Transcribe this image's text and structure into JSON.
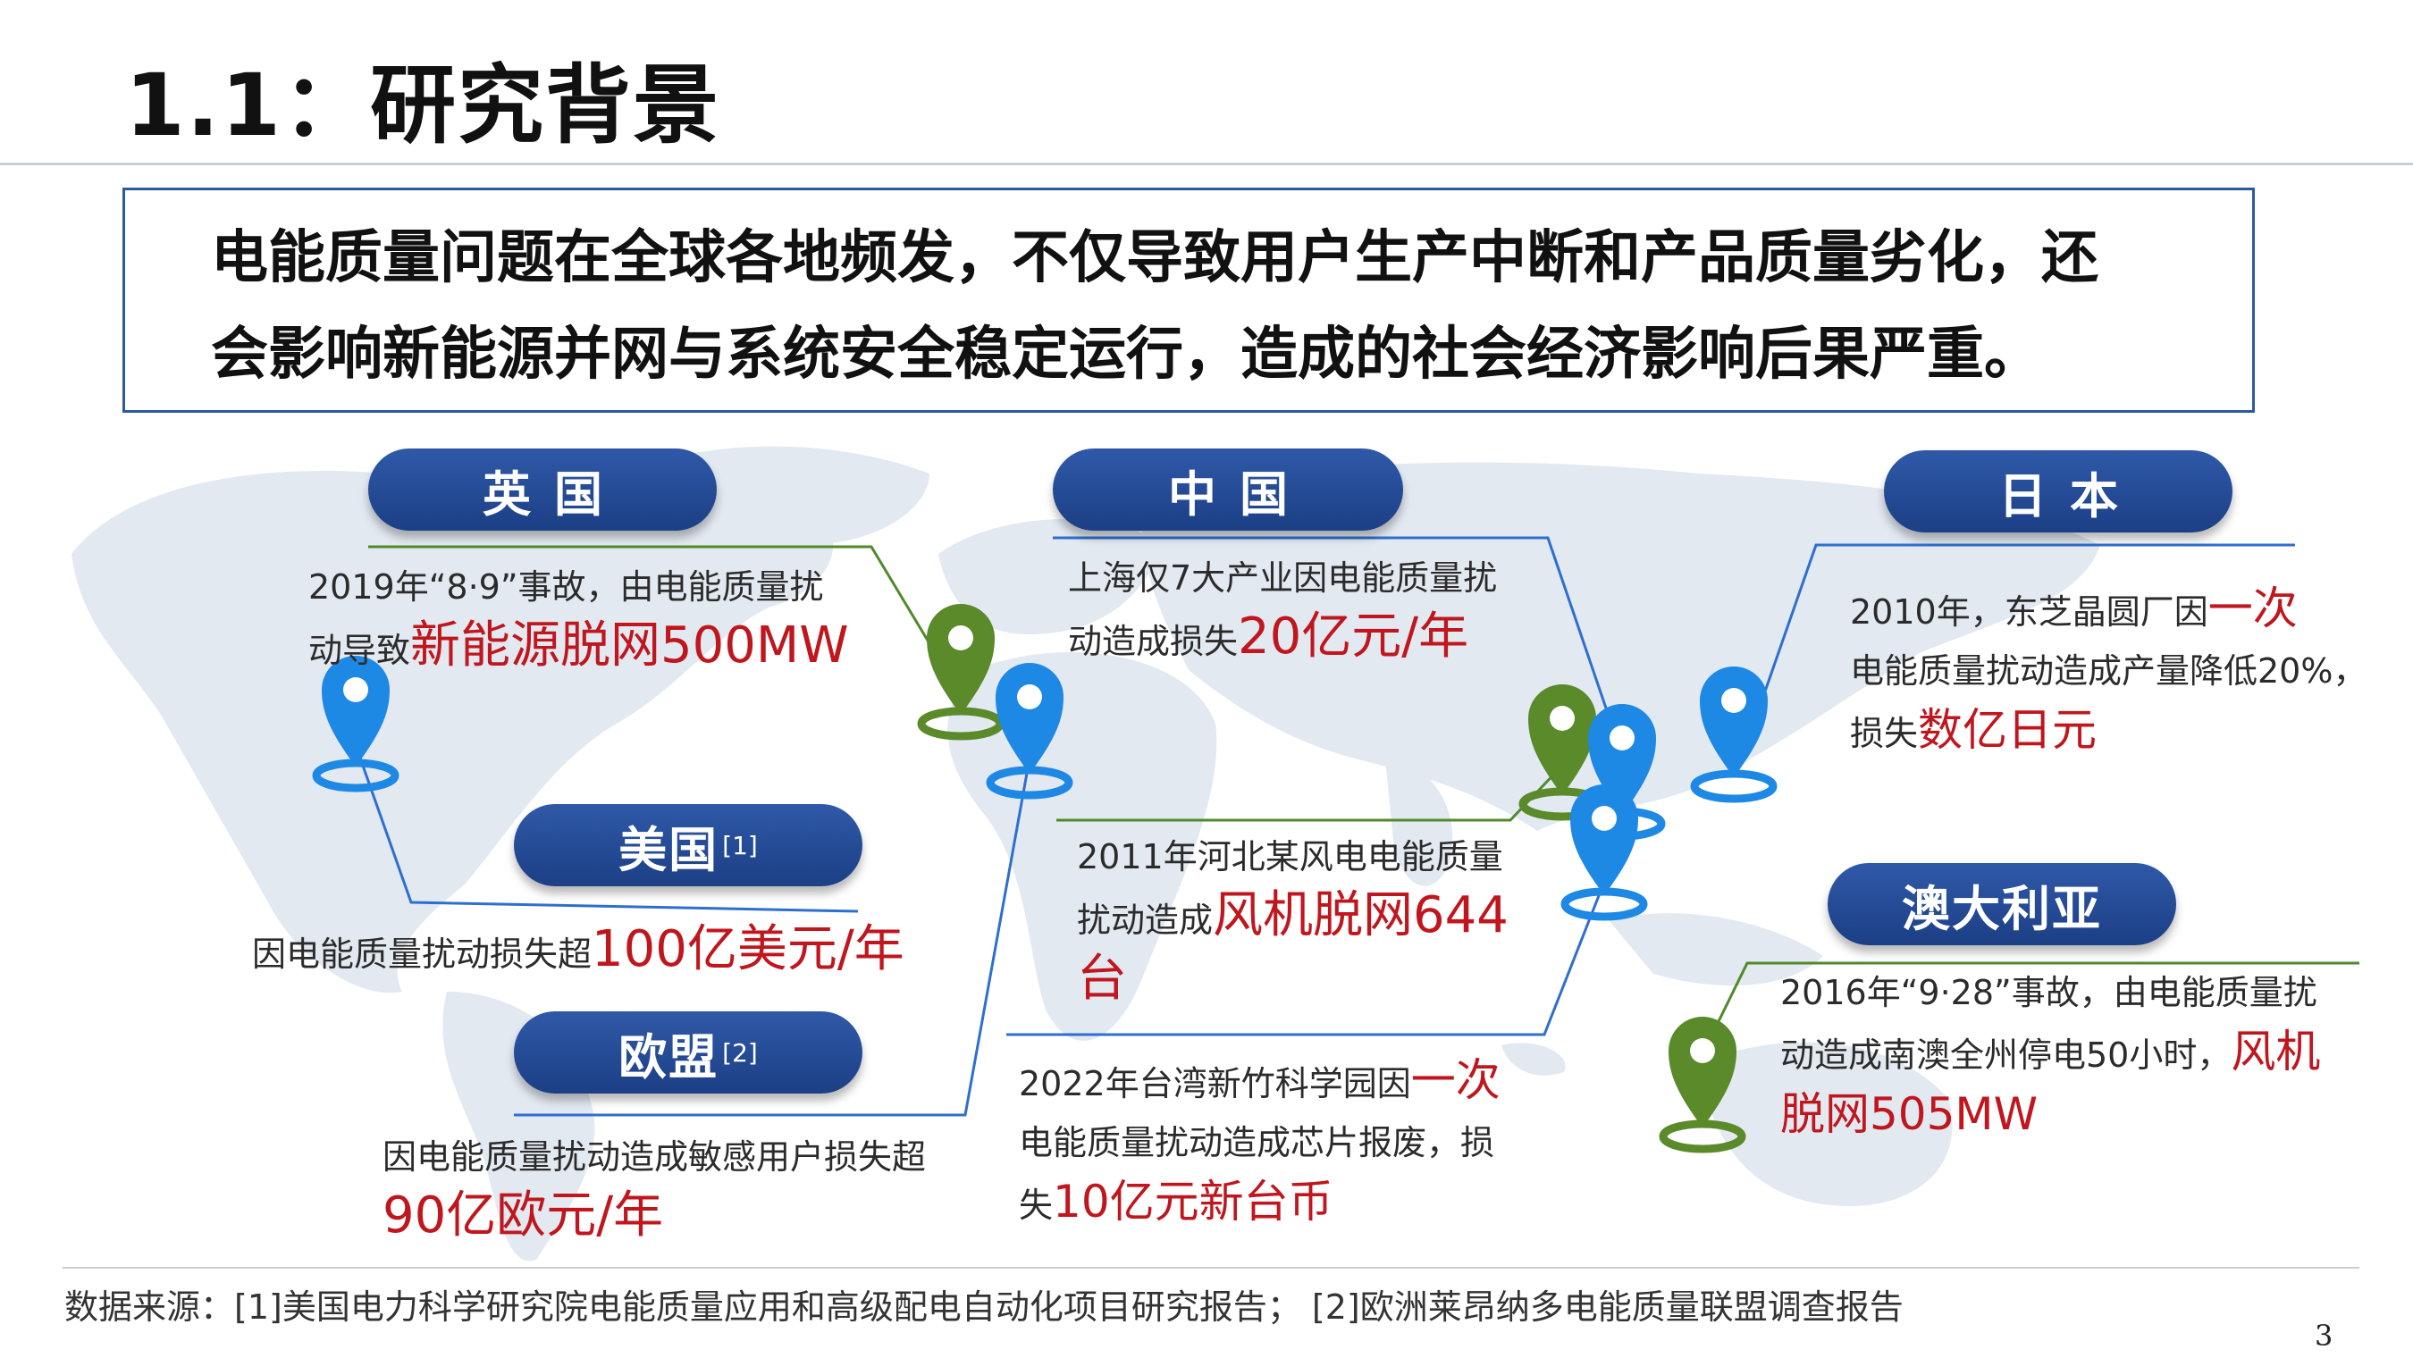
{
  "header": {
    "title": "1.1：研究背景"
  },
  "summary": {
    "line1": "电能质量问题在全球各地频发，不仅导致用户生产中断和产品质量劣化，还",
    "line2": "会影响新能源并网与系统安全稳定运行，造成的社会经济影响后果严重。"
  },
  "regions": {
    "uk": {
      "label": "英国",
      "text1": "2019年“8·9”事故，由电能质量扰",
      "text2_prefix": "动导致",
      "highlight": "新能源脱网500MW"
    },
    "usa": {
      "label": "美国",
      "ref": "[1]",
      "text_prefix": "因电能质量扰动损失超",
      "highlight": "100亿美元/年"
    },
    "eu": {
      "label": "欧盟",
      "ref": "[2]",
      "text1": "因电能质量扰动造成敏感用户损失超",
      "highlight": "90亿欧元/年"
    },
    "china": {
      "label": "中国",
      "shanghai": {
        "text1": "上海仅7大产业因电能质量扰",
        "text2_prefix": "动造成损失",
        "highlight": "20亿元/年"
      },
      "hebei": {
        "text1": "2011年河北某风电电能质量",
        "text2_prefix": "扰动造成",
        "highlight1": "风机脱网644",
        "highlight2": "台"
      },
      "taiwan": {
        "text1_prefix": "2022年台湾新竹科学园因",
        "highlight1": "一次",
        "text2": "电能质量扰动造成芯片报废，损",
        "text3_prefix": "失",
        "highlight2": "10亿元新台币"
      }
    },
    "japan": {
      "label": "日本",
      "text1_prefix": "2010年，东芝晶圆厂因",
      "highlight1": "一次",
      "text2": "电能质量扰动造成产量降低20%，",
      "text3_prefix": "损失",
      "highlight2": "数亿日元"
    },
    "australia": {
      "label": "澳大利亚",
      "text1": "2016年“9·28”事故，由电能质量扰",
      "text2_prefix": "动造成南澳全州停电50小时，",
      "highlight1": "风机",
      "highlight2": "脱网505MW"
    }
  },
  "footer": {
    "source": "数据来源：[1]美国电力科学研究院电能质量应用和高级配电自动化项目研究报告；  [2]欧洲莱昂纳多电能质量联盟调查报告",
    "page": "3"
  },
  "colors": {
    "pill": "#254c98",
    "highlight": "#c0161d",
    "pin_blue": "#1e88e5",
    "pin_green": "#5a8a2a",
    "line_blue": "#2d6fd1",
    "line_green": "#4f8a2b"
  },
  "icons": [
    "location-pin-icon"
  ]
}
